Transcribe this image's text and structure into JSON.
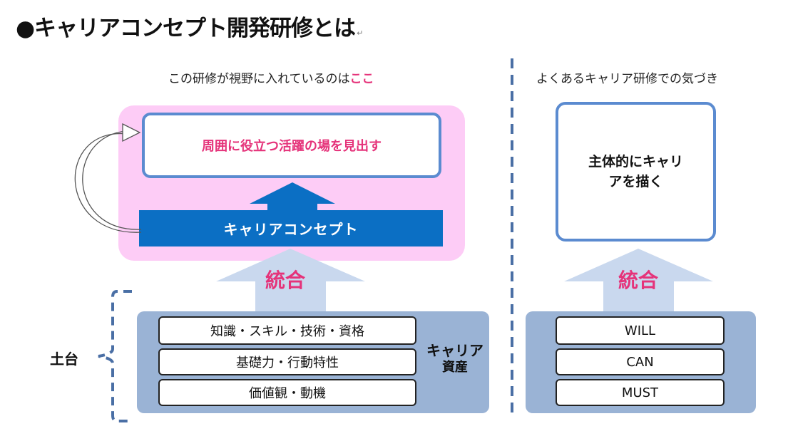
{
  "title": "●キャリアコンセプト開発研修とは",
  "title_mark": "↵",
  "left": {
    "caption_prefix": "この研修が視野に入れているのは",
    "caption_highlight": "ここ",
    "goal": "周囲に役立つ活躍の場を見出す",
    "concept": "キャリアコンセプト",
    "integrate": "統合",
    "items": [
      "知識・スキル・技術・資格",
      "基礎力・行動特性",
      "価値観・動機"
    ],
    "assets_line1": "キャリア",
    "assets_line2": "資産",
    "foundation": "土台"
  },
  "right": {
    "caption": "よくあるキャリア研修での気づき",
    "goal_line1": "主体的にキャリ",
    "goal_line2": "アを描く",
    "integrate": "統合",
    "items": [
      "WILL",
      "CAN",
      "MUST"
    ]
  },
  "colors": {
    "accent_pink": "#e5337a",
    "panel_pink": "#fdccf6",
    "concept_blue": "#0b6fc4",
    "border_blue": "#5b8bd0",
    "base_blue": "#9ab3d5",
    "arrow_light": "#c9d8ee",
    "divider": "#4a6fa5"
  }
}
